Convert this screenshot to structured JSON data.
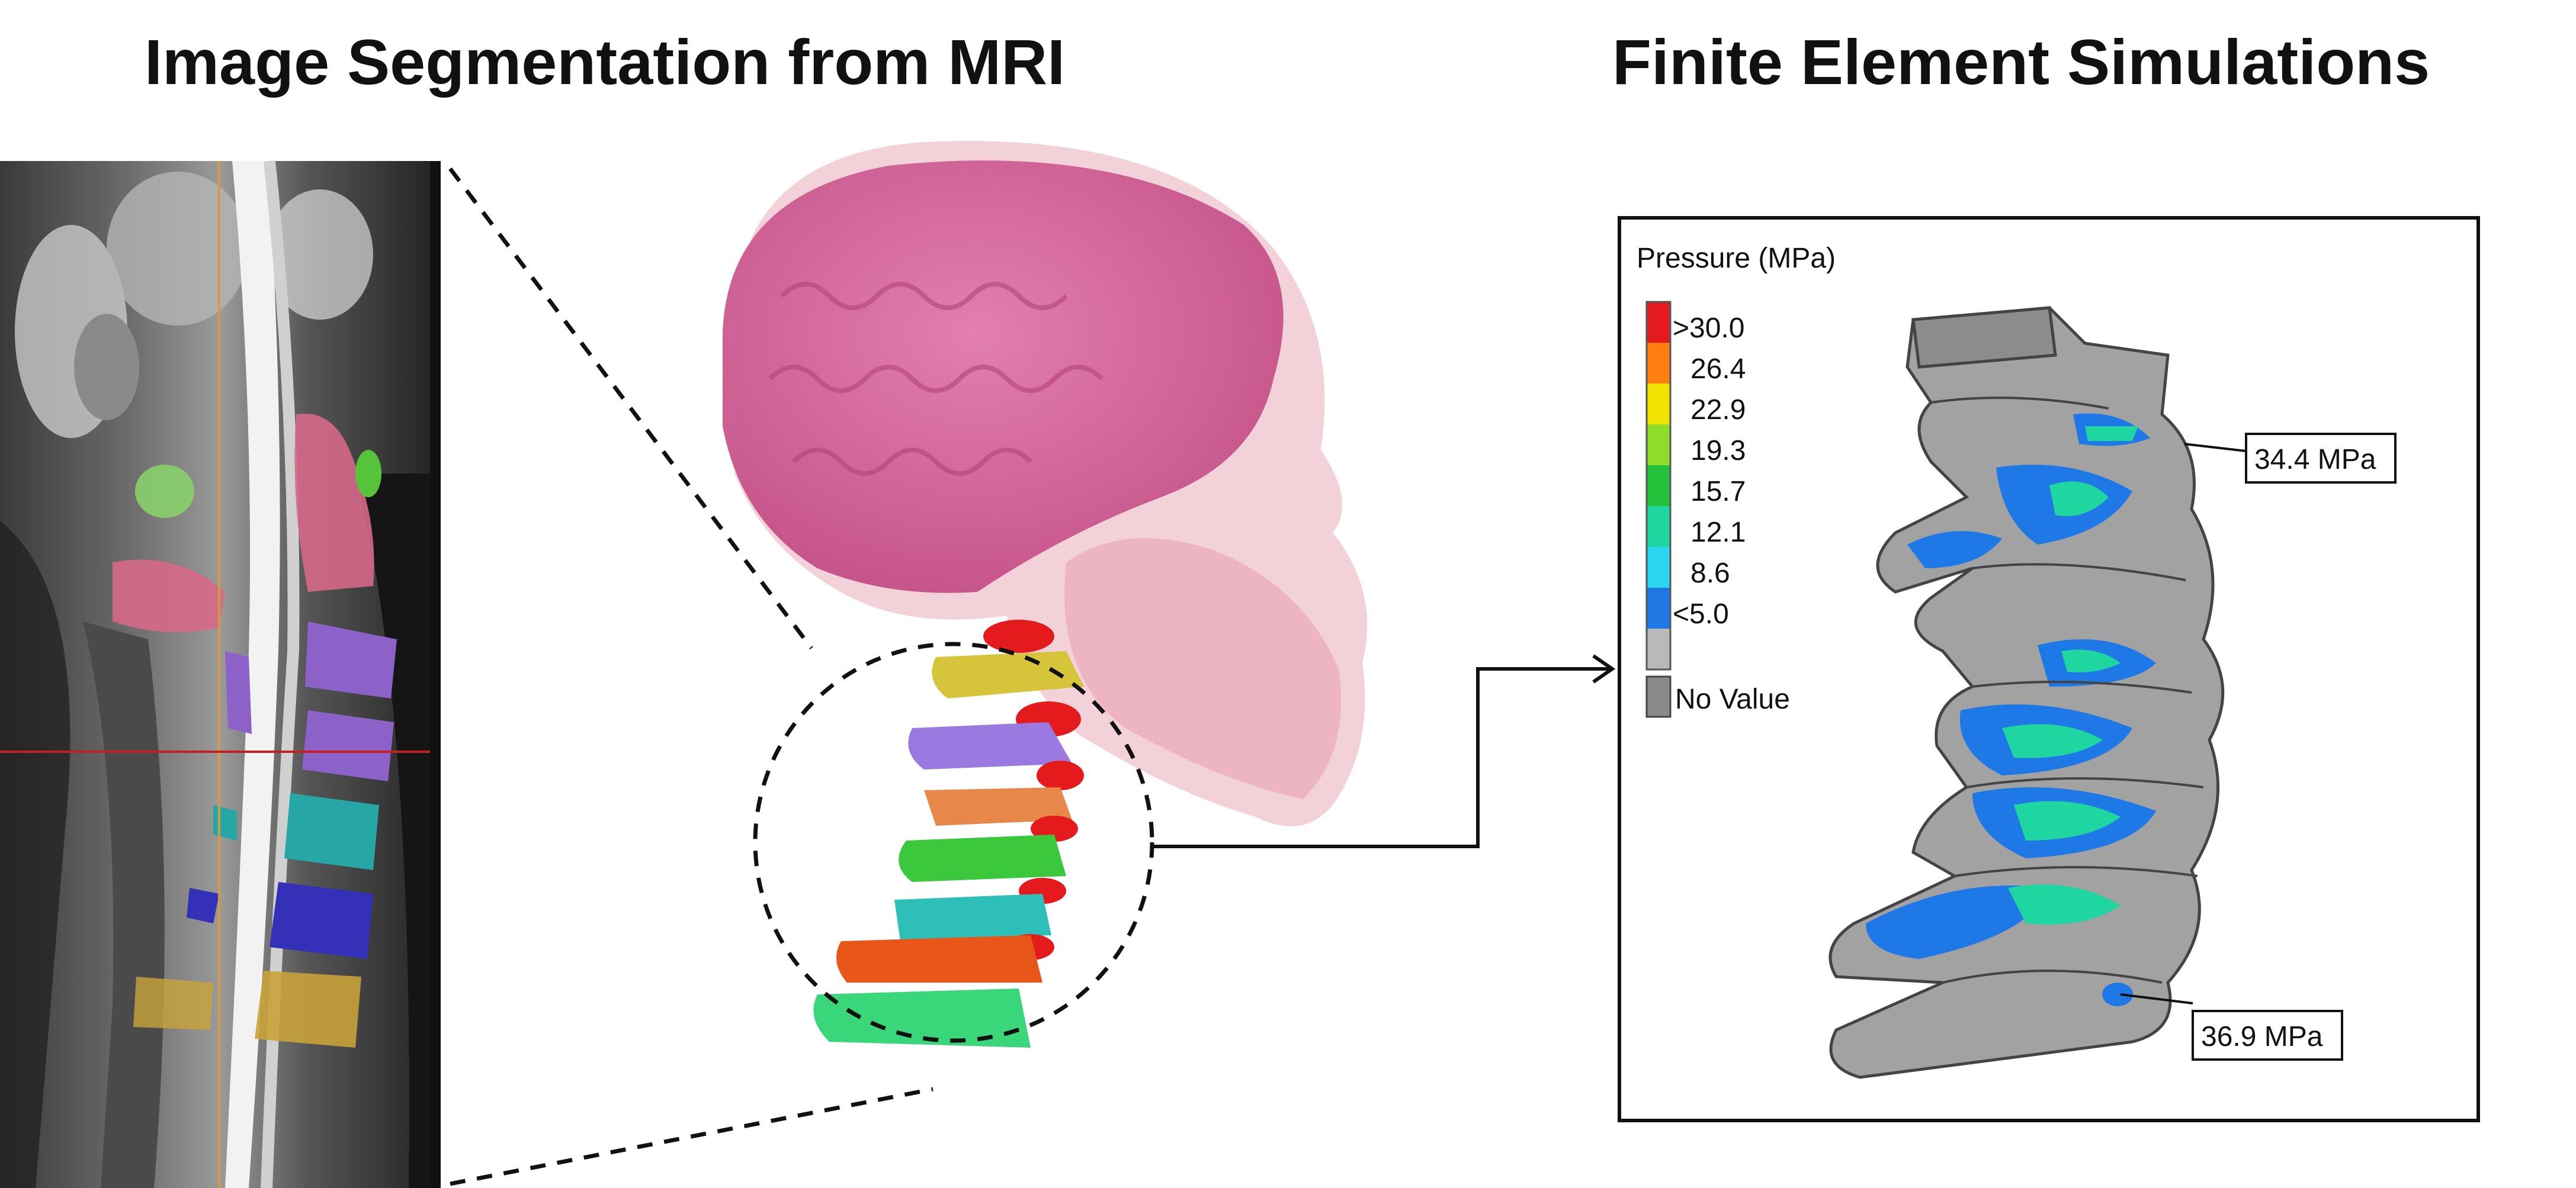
{
  "titles": {
    "left": "Image Segmentation from MRI",
    "right": "Finite Element Simulations"
  },
  "legend": {
    "title": "Pressure (MPa)",
    "entries": [
      ">30.0",
      "26.4",
      "22.9",
      "19.3",
      "15.7",
      "12.1",
      "8.6",
      "<5.0"
    ],
    "colors": [
      "#e41a1c",
      "#ff7f0e",
      "#f2e200",
      "#8fdc2a",
      "#22c33b",
      "#20d6a0",
      "#2cd6f0",
      "#1e78e6",
      "#b9b9b9"
    ],
    "no_value": "No Value",
    "no_value_color": "#8a8a8a"
  },
  "callouts": {
    "upper": "34.4 MPa",
    "lower": "36.9 MPa"
  },
  "segment_colors": [
    "#d5688a",
    "#8ad06a",
    "#8c62c8",
    "#27a6a6",
    "#3430b8",
    "#c9a23a"
  ],
  "vertebra_colors": [
    "#d6c43a",
    "#9a7ae0",
    "#e8874a",
    "#3cc83c",
    "#2fbfb9",
    "#e8561a",
    "#3ad67a"
  ]
}
